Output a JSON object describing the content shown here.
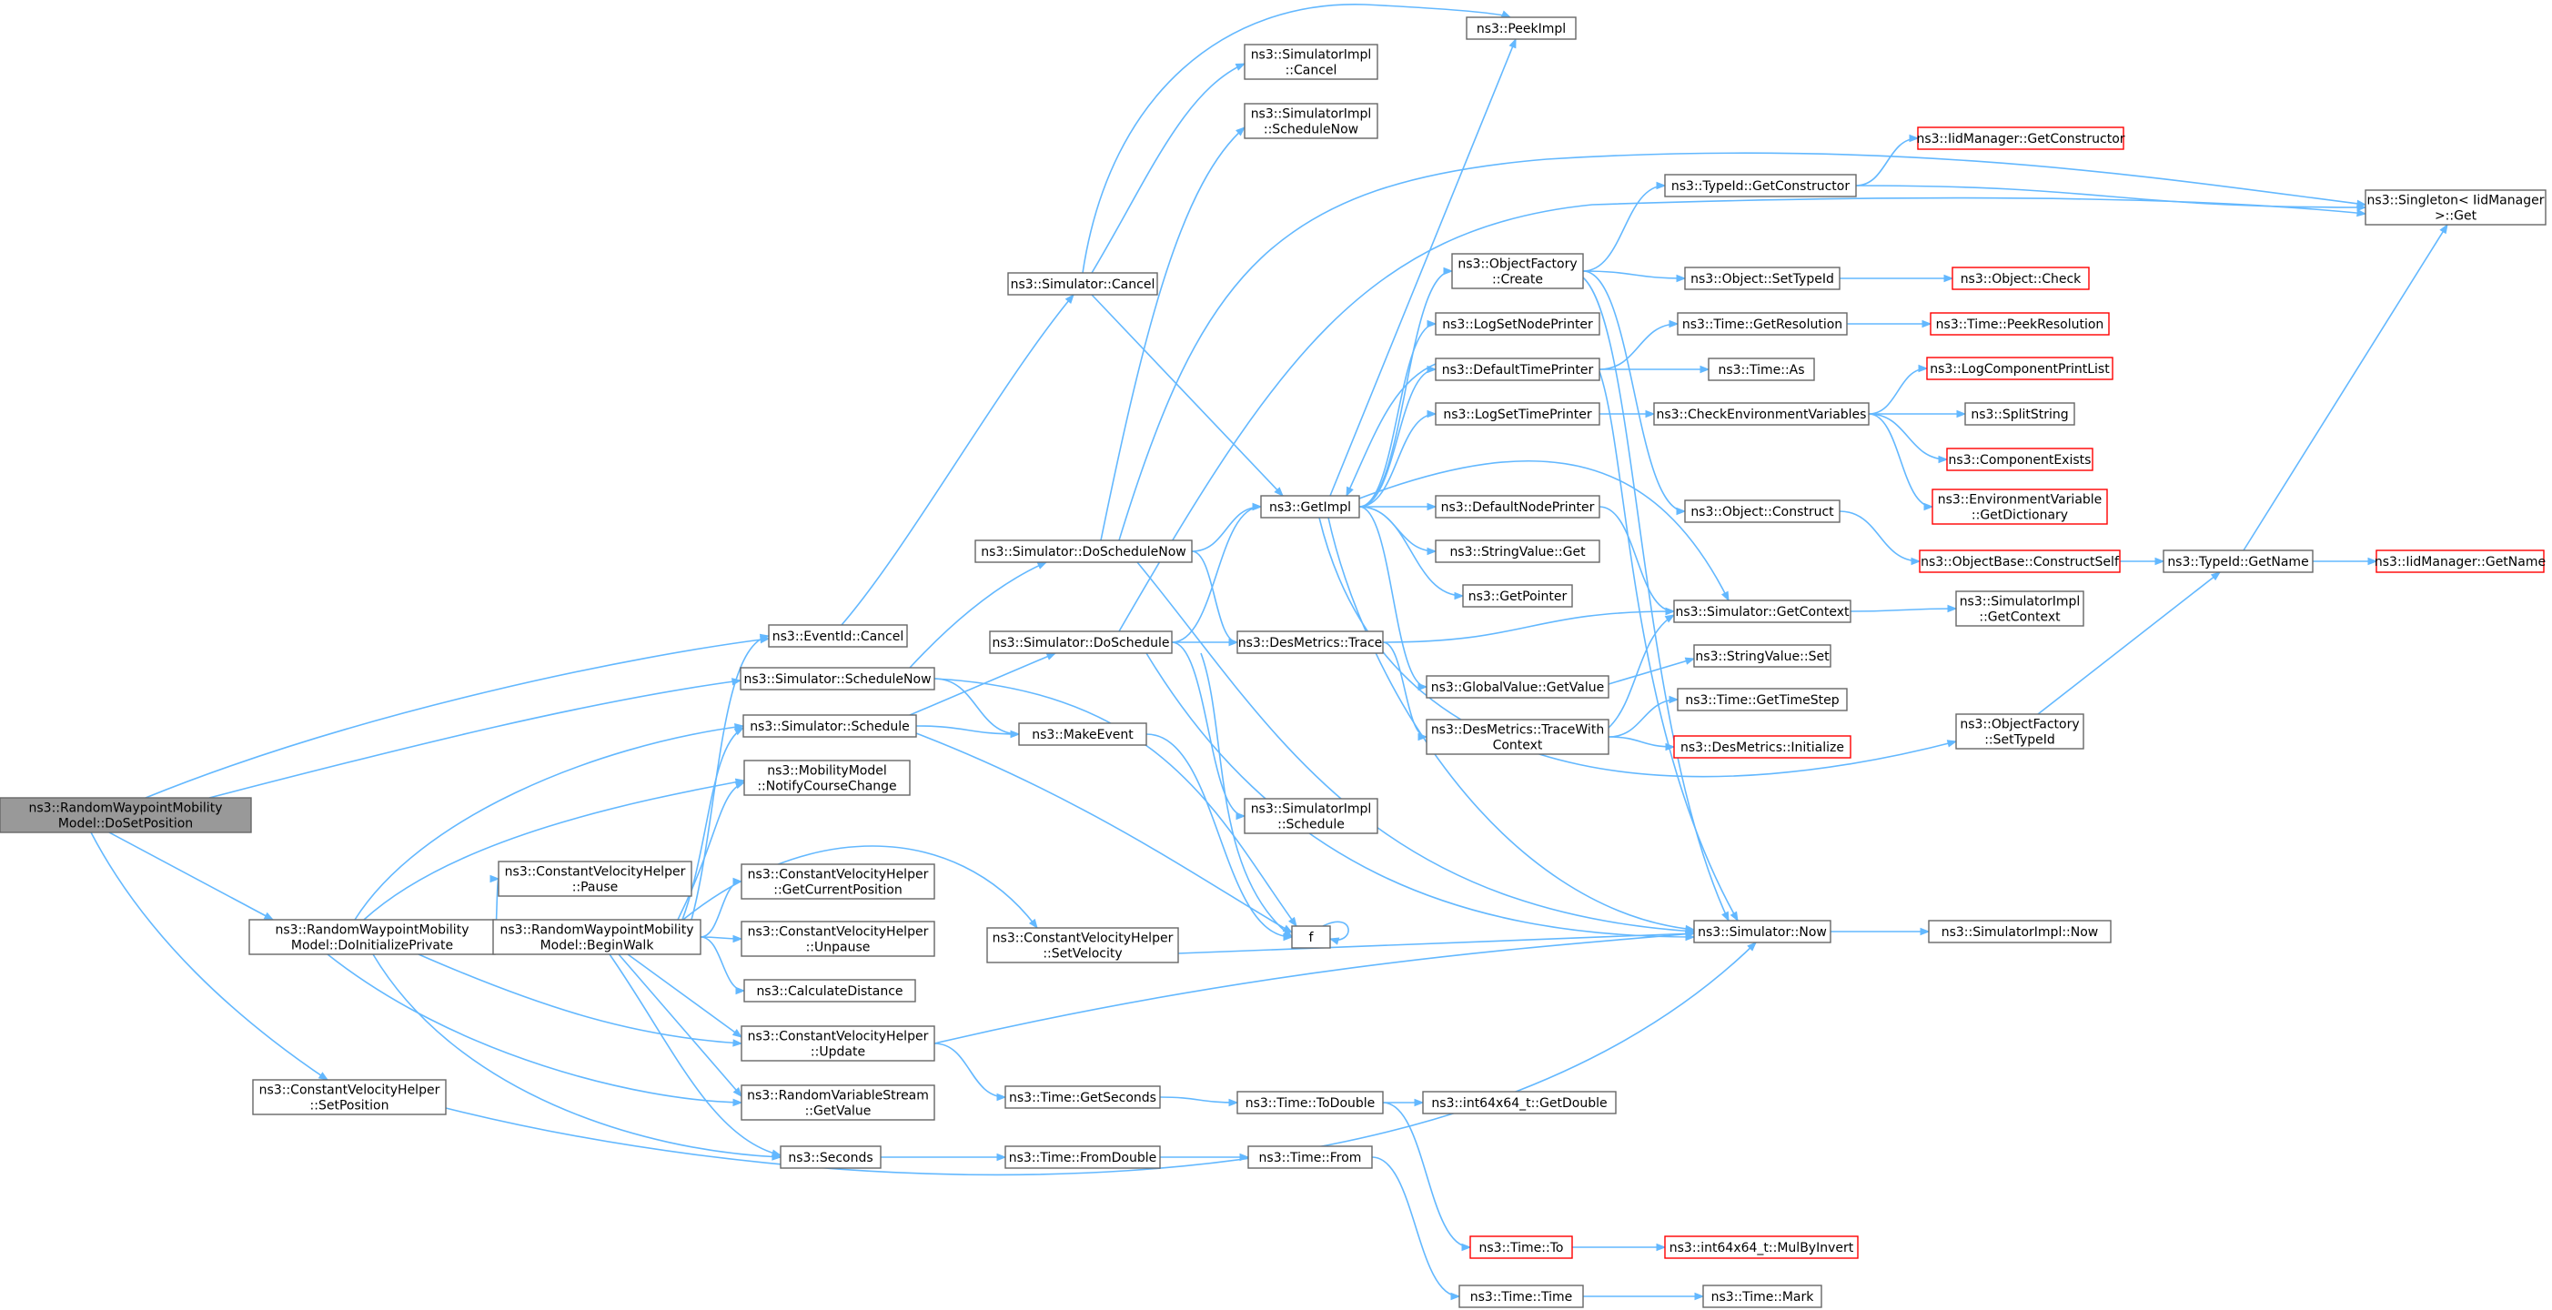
{
  "colors": {
    "edge": "#63b8ff",
    "root_fill": "#999999",
    "node_border": "#666666",
    "truncated_border": "#ff0000"
  },
  "nodes": [
    {
      "id": "dosetpos",
      "lines": [
        "ns3::RandomWaypointMobility",
        "Model::DoSetPosition"
      ],
      "root": true
    },
    {
      "id": "doinit",
      "lines": [
        "ns3::RandomWaypointMobility",
        "Model::DoInitializePrivate"
      ]
    },
    {
      "id": "beginwalk",
      "lines": [
        "ns3::RandomWaypointMobility",
        "Model::BeginWalk"
      ]
    },
    {
      "id": "cvh_setpos",
      "lines": [
        "ns3::ConstantVelocityHelper",
        "::SetPosition"
      ]
    },
    {
      "id": "cvh_pause",
      "lines": [
        "ns3::ConstantVelocityHelper",
        "::Pause"
      ]
    },
    {
      "id": "evcancel",
      "lines": [
        "ns3::EventId::Cancel"
      ]
    },
    {
      "id": "sim_schednow",
      "lines": [
        "ns3::Simulator::ScheduleNow"
      ]
    },
    {
      "id": "sim_sched",
      "lines": [
        "ns3::Simulator::Schedule"
      ]
    },
    {
      "id": "notify",
      "lines": [
        "ns3::MobilityModel",
        "::NotifyCourseChange"
      ]
    },
    {
      "id": "cvh_getcur",
      "lines": [
        "ns3::ConstantVelocityHelper",
        "::GetCurrentPosition"
      ]
    },
    {
      "id": "cvh_unpause",
      "lines": [
        "ns3::ConstantVelocityHelper",
        "::Unpause"
      ]
    },
    {
      "id": "calcdist",
      "lines": [
        "ns3::CalculateDistance"
      ]
    },
    {
      "id": "cvh_update",
      "lines": [
        "ns3::ConstantVelocityHelper",
        "::Update"
      ]
    },
    {
      "id": "rvs_get",
      "lines": [
        "ns3::RandomVariableStream",
        "::GetValue"
      ]
    },
    {
      "id": "seconds",
      "lines": [
        "ns3::Seconds"
      ]
    },
    {
      "id": "sim_cancel",
      "lines": [
        "ns3::Simulator::Cancel"
      ]
    },
    {
      "id": "sim_doschednow",
      "lines": [
        "ns3::Simulator::DoScheduleNow"
      ]
    },
    {
      "id": "sim_dosched",
      "lines": [
        "ns3::Simulator::DoSchedule"
      ]
    },
    {
      "id": "makeevent",
      "lines": [
        "ns3::MakeEvent"
      ]
    },
    {
      "id": "cvh_setvel",
      "lines": [
        "ns3::ConstantVelocityHelper",
        "::SetVelocity"
      ]
    },
    {
      "id": "getseconds",
      "lines": [
        "ns3::Time::GetSeconds"
      ]
    },
    {
      "id": "fromdouble",
      "lines": [
        "ns3::Time::FromDouble"
      ]
    },
    {
      "id": "peekimpl",
      "lines": [
        "ns3::PeekImpl"
      ]
    },
    {
      "id": "simimpl_cancel",
      "lines": [
        "ns3::SimulatorImpl",
        "::Cancel"
      ]
    },
    {
      "id": "simimpl_schednow",
      "lines": [
        "ns3::SimulatorImpl",
        "::ScheduleNow"
      ]
    },
    {
      "id": "getimpl",
      "lines": [
        "ns3::GetImpl"
      ]
    },
    {
      "id": "desmetrics_trace",
      "lines": [
        "ns3::DesMetrics::Trace"
      ]
    },
    {
      "id": "simimpl_sched",
      "lines": [
        "ns3::SimulatorImpl",
        "::Schedule"
      ]
    },
    {
      "id": "f",
      "lines": [
        "f"
      ]
    },
    {
      "id": "todouble",
      "lines": [
        "ns3::Time::ToDouble"
      ]
    },
    {
      "id": "time_from",
      "lines": [
        "ns3::Time::From"
      ]
    },
    {
      "id": "time_to",
      "lines": [
        "ns3::Time::To"
      ],
      "truncated": true
    },
    {
      "id": "time_time",
      "lines": [
        "ns3::Time::Time"
      ]
    },
    {
      "id": "objfactory_create",
      "lines": [
        "ns3::ObjectFactory",
        "::Create"
      ]
    },
    {
      "id": "logsetnode",
      "lines": [
        "ns3::LogSetNodePrinter"
      ]
    },
    {
      "id": "defaulttime",
      "lines": [
        "ns3::DefaultTimePrinter"
      ]
    },
    {
      "id": "logsettime",
      "lines": [
        "ns3::LogSetTimePrinter"
      ]
    },
    {
      "id": "defaultnode",
      "lines": [
        "ns3::DefaultNodePrinter"
      ]
    },
    {
      "id": "stringvalue_get",
      "lines": [
        "ns3::StringValue::Get"
      ]
    },
    {
      "id": "getpointer",
      "lines": [
        "ns3::GetPointer"
      ]
    },
    {
      "id": "globalvalue_get",
      "lines": [
        "ns3::GlobalValue::GetValue"
      ]
    },
    {
      "id": "trace_with_ctx",
      "lines": [
        "ns3::DesMetrics::TraceWith",
        "Context"
      ]
    },
    {
      "id": "typeid_getctor",
      "lines": [
        "ns3::TypeId::GetConstructor"
      ]
    },
    {
      "id": "object_settypeid",
      "lines": [
        "ns3::Object::SetTypeId"
      ]
    },
    {
      "id": "time_getres",
      "lines": [
        "ns3::Time::GetResolution"
      ]
    },
    {
      "id": "time_as",
      "lines": [
        "ns3::Time::As"
      ]
    },
    {
      "id": "checkenv",
      "lines": [
        "ns3::CheckEnvironmentVariables"
      ]
    },
    {
      "id": "object_construct",
      "lines": [
        "ns3::Object::Construct"
      ]
    },
    {
      "id": "sim_getctx",
      "lines": [
        "ns3::Simulator::GetContext"
      ]
    },
    {
      "id": "stringvalue_set",
      "lines": [
        "ns3::StringValue::Set"
      ]
    },
    {
      "id": "time_getstep",
      "lines": [
        "ns3::Time::GetTimeStep"
      ]
    },
    {
      "id": "desmetrics_init",
      "lines": [
        "ns3::DesMetrics::Initialize"
      ],
      "truncated": true
    },
    {
      "id": "sim_now",
      "lines": [
        "ns3::Simulator::Now"
      ]
    },
    {
      "id": "int64_getdouble",
      "lines": [
        "ns3::int64x64_t::GetDouble"
      ]
    },
    {
      "id": "int64_mulbyinvert",
      "lines": [
        "ns3::int64x64_t::MulByInvert"
      ],
      "truncated": true
    },
    {
      "id": "time_mark",
      "lines": [
        "ns3::Time::Mark"
      ]
    },
    {
      "id": "iidmgr_getctor",
      "lines": [
        "ns3::IidManager::GetConstructor"
      ],
      "truncated": true
    },
    {
      "id": "object_check",
      "lines": [
        "ns3::Object::Check"
      ],
      "truncated": true
    },
    {
      "id": "time_peekres",
      "lines": [
        "ns3::Time::PeekResolution"
      ],
      "truncated": true
    },
    {
      "id": "logcomp_printlist",
      "lines": [
        "ns3::LogComponentPrintList"
      ],
      "truncated": true
    },
    {
      "id": "splitstring",
      "lines": [
        "ns3::SplitString"
      ]
    },
    {
      "id": "compexists",
      "lines": [
        "ns3::ComponentExists"
      ],
      "truncated": true
    },
    {
      "id": "envvar_getdict",
      "lines": [
        "ns3::EnvironmentVariable",
        "::GetDictionary"
      ],
      "truncated": true
    },
    {
      "id": "objbase_constructself",
      "lines": [
        "ns3::ObjectBase::ConstructSelf"
      ],
      "truncated": true
    },
    {
      "id": "simimpl_getctx",
      "lines": [
        "ns3::SimulatorImpl",
        "::GetContext"
      ]
    },
    {
      "id": "objfactory_settypeid",
      "lines": [
        "ns3::ObjectFactory",
        "::SetTypeId"
      ]
    },
    {
      "id": "simimpl_now",
      "lines": [
        "ns3::SimulatorImpl::Now"
      ]
    },
    {
      "id": "singleton_get",
      "lines": [
        "ns3::Singleton< IidManager",
        " >::Get"
      ]
    },
    {
      "id": "typeid_getname",
      "lines": [
        "ns3::TypeId::GetName"
      ]
    },
    {
      "id": "iidmgr_getname",
      "lines": [
        "ns3::IidManager::GetName"
      ],
      "truncated": true
    }
  ],
  "edges": [
    [
      "dosetpos",
      "evcancel"
    ],
    [
      "dosetpos",
      "sim_schednow"
    ],
    [
      "dosetpos",
      "doinit"
    ],
    [
      "dosetpos",
      "cvh_setpos"
    ],
    [
      "doinit",
      "beginwalk"
    ],
    [
      "doinit",
      "cvh_pause"
    ],
    [
      "doinit",
      "sim_sched"
    ],
    [
      "doinit",
      "notify"
    ],
    [
      "doinit",
      "cvh_update"
    ],
    [
      "doinit",
      "rvs_get"
    ],
    [
      "doinit",
      "seconds"
    ],
    [
      "beginwalk",
      "doinit"
    ],
    [
      "beginwalk",
      "evcancel"
    ],
    [
      "beginwalk",
      "sim_sched"
    ],
    [
      "beginwalk",
      "notify"
    ],
    [
      "beginwalk",
      "cvh_getcur"
    ],
    [
      "beginwalk",
      "cvh_unpause"
    ],
    [
      "beginwalk",
      "calcdist"
    ],
    [
      "beginwalk",
      "cvh_update"
    ],
    [
      "beginwalk",
      "rvs_get"
    ],
    [
      "beginwalk",
      "seconds"
    ],
    [
      "beginwalk",
      "cvh_setvel"
    ],
    [
      "cvh_setpos",
      "sim_now"
    ],
    [
      "evcancel",
      "sim_cancel"
    ],
    [
      "sim_schednow",
      "sim_doschednow"
    ],
    [
      "sim_schednow",
      "makeevent"
    ],
    [
      "sim_schednow",
      "f"
    ],
    [
      "sim_sched",
      "sim_dosched"
    ],
    [
      "sim_sched",
      "makeevent"
    ],
    [
      "sim_sched",
      "f"
    ],
    [
      "cvh_update",
      "getseconds"
    ],
    [
      "cvh_update",
      "sim_now"
    ],
    [
      "seconds",
      "fromdouble"
    ],
    [
      "sim_cancel",
      "peekimpl"
    ],
    [
      "sim_cancel",
      "simimpl_cancel"
    ],
    [
      "sim_cancel",
      "getimpl"
    ],
    [
      "sim_doschednow",
      "simimpl_schednow"
    ],
    [
      "sim_doschednow",
      "getimpl"
    ],
    [
      "sim_doschednow",
      "desmetrics_trace"
    ],
    [
      "sim_doschednow",
      "sim_now"
    ],
    [
      "sim_doschednow",
      "singleton_get"
    ],
    [
      "sim_dosched",
      "getimpl"
    ],
    [
      "sim_dosched",
      "desmetrics_trace"
    ],
    [
      "sim_dosched",
      "simimpl_sched"
    ],
    [
      "sim_dosched",
      "sim_now"
    ],
    [
      "sim_dosched",
      "f"
    ],
    [
      "sim_dosched",
      "singleton_get"
    ],
    [
      "makeevent",
      "f"
    ],
    [
      "f",
      "f"
    ],
    [
      "cvh_setvel",
      "sim_now"
    ],
    [
      "getseconds",
      "todouble"
    ],
    [
      "fromdouble",
      "time_from"
    ],
    [
      "todouble",
      "int64_getdouble"
    ],
    [
      "todouble",
      "time_to"
    ],
    [
      "time_from",
      "time_time"
    ],
    [
      "time_to",
      "int64_mulbyinvert"
    ],
    [
      "time_time",
      "time_mark"
    ],
    [
      "getimpl",
      "peekimpl"
    ],
    [
      "getimpl",
      "objfactory_create"
    ],
    [
      "getimpl",
      "logsetnode"
    ],
    [
      "getimpl",
      "defaulttime"
    ],
    [
      "getimpl",
      "logsettime"
    ],
    [
      "getimpl",
      "defaultnode"
    ],
    [
      "getimpl",
      "stringvalue_get"
    ],
    [
      "getimpl",
      "getpointer"
    ],
    [
      "getimpl",
      "globalvalue_get"
    ],
    [
      "getimpl",
      "sim_getctx"
    ],
    [
      "getimpl",
      "sim_now"
    ],
    [
      "getimpl",
      "objfactory_settypeid"
    ],
    [
      "defaulttime",
      "getimpl"
    ],
    [
      "desmetrics_trace",
      "sim_getctx"
    ],
    [
      "desmetrics_trace",
      "trace_with_ctx"
    ],
    [
      "objfactory_create",
      "typeid_getctor"
    ],
    [
      "objfactory_create",
      "object_settypeid"
    ],
    [
      "objfactory_create",
      "object_construct"
    ],
    [
      "objfactory_create",
      "sim_now"
    ],
    [
      "defaulttime",
      "time_getres"
    ],
    [
      "defaulttime",
      "time_as"
    ],
    [
      "defaulttime",
      "sim_now"
    ],
    [
      "logsettime",
      "checkenv"
    ],
    [
      "defaultnode",
      "sim_getctx"
    ],
    [
      "globalvalue_get",
      "stringvalue_set"
    ],
    [
      "trace_with_ctx",
      "time_getstep"
    ],
    [
      "trace_with_ctx",
      "desmetrics_init"
    ],
    [
      "trace_with_ctx",
      "sim_getctx"
    ],
    [
      "typeid_getctor",
      "iidmgr_getctor"
    ],
    [
      "typeid_getctor",
      "singleton_get"
    ],
    [
      "object_settypeid",
      "object_check"
    ],
    [
      "time_getres",
      "time_peekres"
    ],
    [
      "checkenv",
      "logcomp_printlist"
    ],
    [
      "checkenv",
      "splitstring"
    ],
    [
      "checkenv",
      "compexists"
    ],
    [
      "checkenv",
      "envvar_getdict"
    ],
    [
      "object_construct",
      "objbase_constructself"
    ],
    [
      "sim_getctx",
      "simimpl_getctx"
    ],
    [
      "sim_now",
      "simimpl_now"
    ],
    [
      "objbase_constructself",
      "typeid_getname"
    ],
    [
      "objfactory_settypeid",
      "typeid_getname"
    ],
    [
      "typeid_getname",
      "singleton_get"
    ],
    [
      "typeid_getname",
      "iidmgr_getname"
    ]
  ]
}
